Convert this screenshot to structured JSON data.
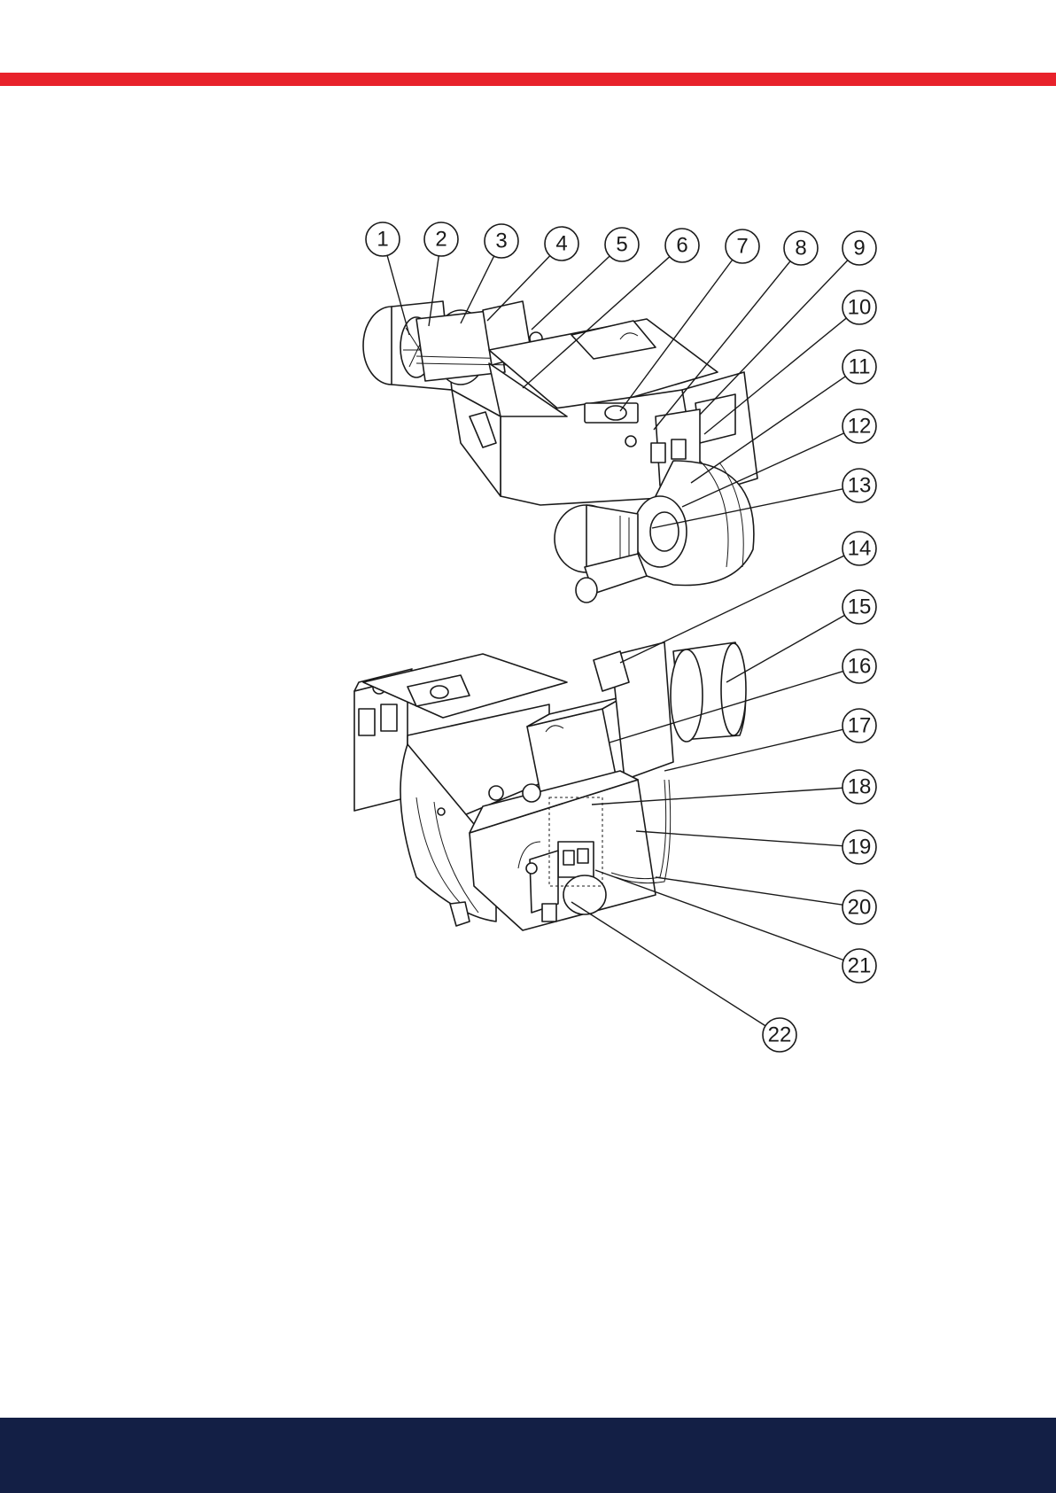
{
  "colors": {
    "header_band": "#e8222b",
    "footer_band": "#131f45"
  },
  "diagram": {
    "callouts": [
      {
        "n": "1"
      },
      {
        "n": "2"
      },
      {
        "n": "3"
      },
      {
        "n": "4"
      },
      {
        "n": "5"
      },
      {
        "n": "6"
      },
      {
        "n": "7"
      },
      {
        "n": "8"
      },
      {
        "n": "9"
      },
      {
        "n": "10"
      },
      {
        "n": "11"
      },
      {
        "n": "12"
      },
      {
        "n": "13"
      },
      {
        "n": "14"
      },
      {
        "n": "15"
      },
      {
        "n": "16"
      },
      {
        "n": "17"
      },
      {
        "n": "18"
      },
      {
        "n": "19"
      },
      {
        "n": "20"
      },
      {
        "n": "21"
      },
      {
        "n": "22"
      }
    ]
  }
}
